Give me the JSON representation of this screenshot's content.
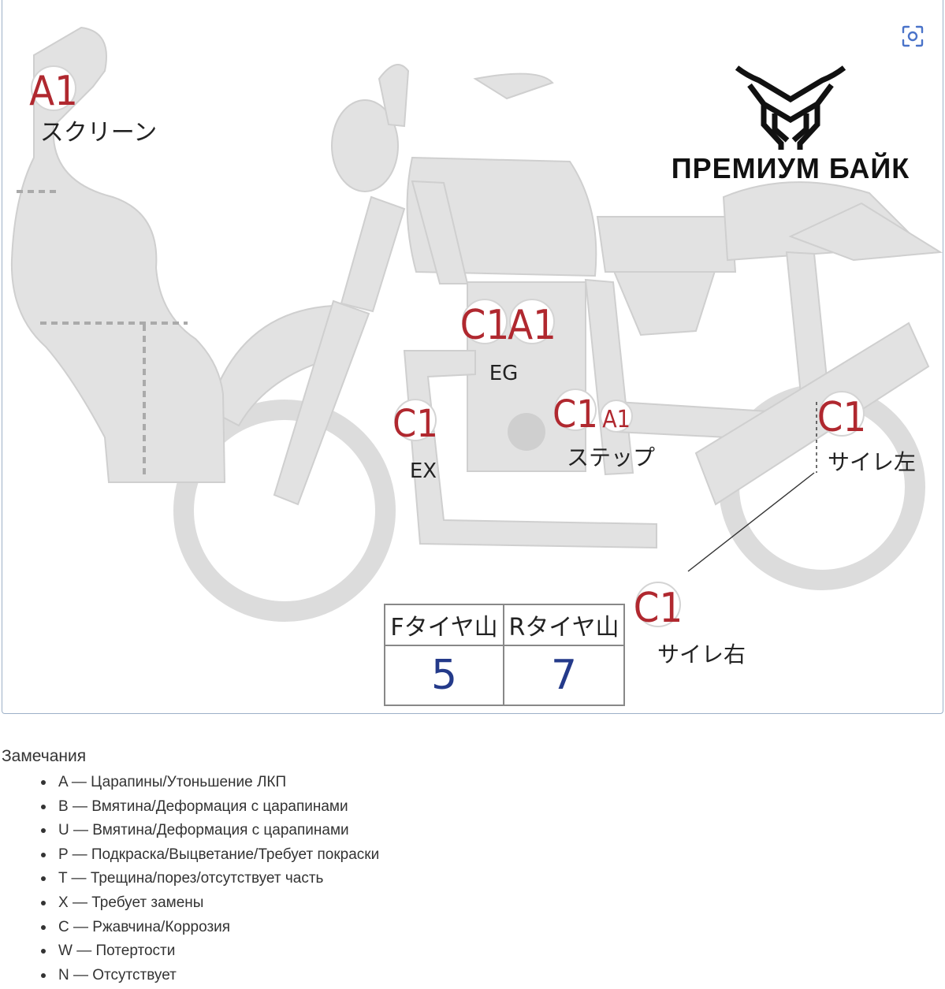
{
  "diagram": {
    "brand": "ПРЕМИУМ БАЙК",
    "logo_icon": "bull-head-logo-icon",
    "lens_icon": "google-lens-icon",
    "markers": [
      {
        "code": "A1",
        "label": "スクリーン"
      },
      {
        "code": "C1",
        "label": ""
      },
      {
        "code": "A1",
        "label": "EG"
      },
      {
        "code": "C1",
        "label": "EX"
      },
      {
        "code": "C1",
        "label": ""
      },
      {
        "code": "A1",
        "label": "ステップ"
      },
      {
        "code": "C1",
        "label": "サイレ左"
      },
      {
        "code": "C1",
        "label": "サイレ右"
      }
    ],
    "tire_table": {
      "headers": [
        "Fタイヤ山",
        "Rタイヤ山"
      ],
      "values": [
        "5",
        "7"
      ]
    },
    "colors": {
      "part_fill": "#e2e2e2",
      "part_stroke": "#c8c8c8",
      "code_red": "#b0282f",
      "value_blue": "#243a8a"
    }
  },
  "remarks": {
    "title": "Замечания",
    "items": [
      "A — Царапины/Утоньшение ЛКП",
      "B — Вмятина/Деформация с царапинами",
      "U — Вмятина/Деформация с царапинами",
      "P — Подкраска/Выцветание/Требует покраски",
      "T — Трещина/порез/отсутствует часть",
      "X — Требует замены",
      "C — Ржавчина/Коррозия",
      "W — Потертости",
      "N — Отсутствует"
    ]
  }
}
